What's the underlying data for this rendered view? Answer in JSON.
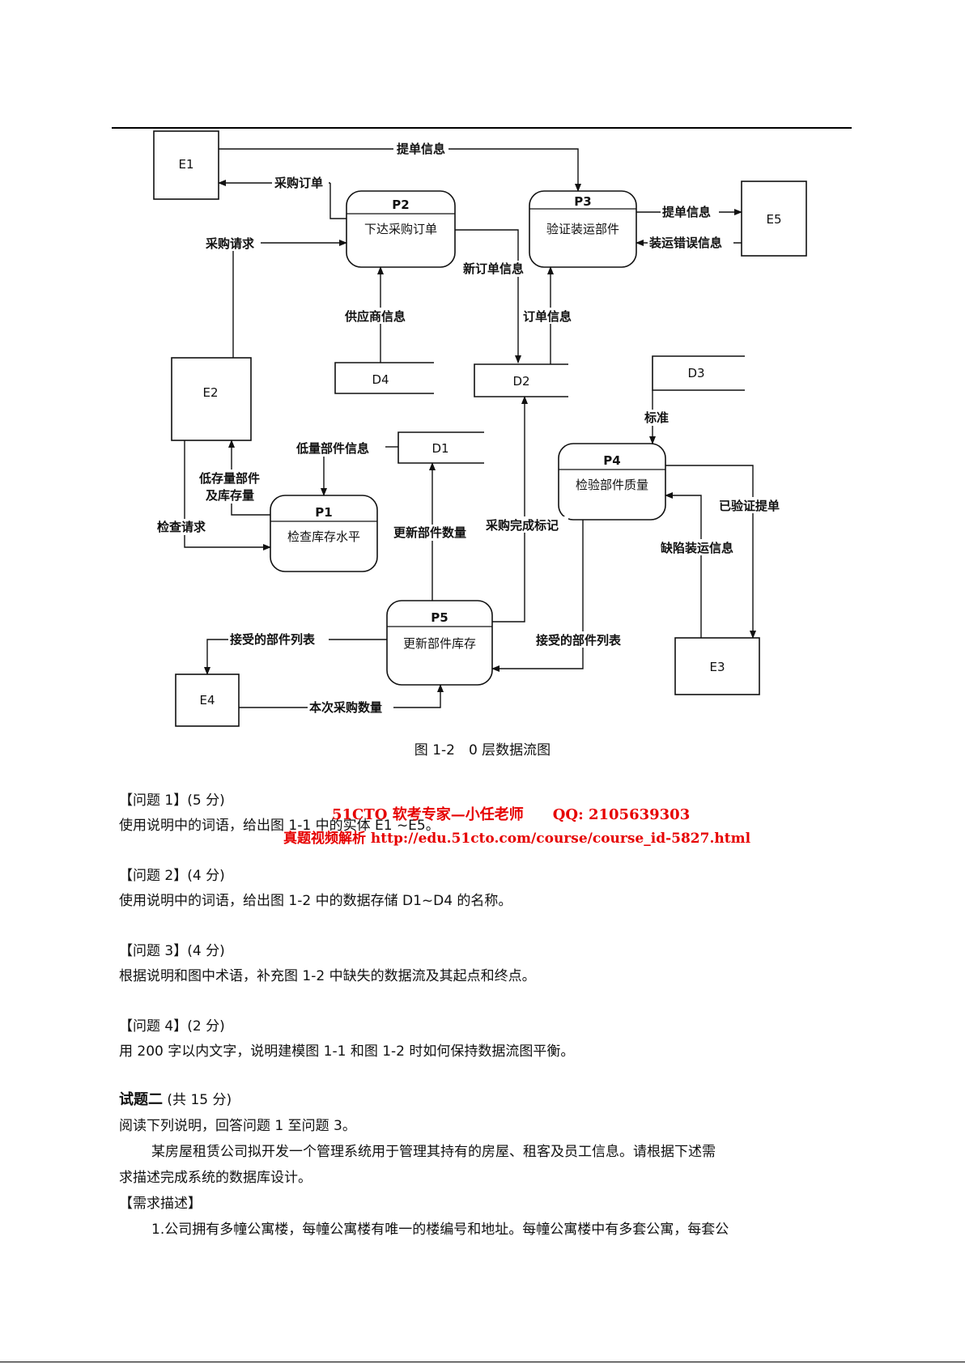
{
  "diagram": {
    "caption": "图 1-2　0 层数据流图",
    "entities": {
      "e1": "E1",
      "e2": "E2",
      "e3": "E3",
      "e4": "E4",
      "e5": "E5"
    },
    "processes": {
      "p1": {
        "id": "P1",
        "name": "检查库存水平"
      },
      "p2": {
        "id": "P2",
        "name": "下达采购订单"
      },
      "p3": {
        "id": "P3",
        "name": "验证装运部件"
      },
      "p4": {
        "id": "P4",
        "name": "检验部件质量"
      },
      "p5": {
        "id": "P5",
        "name": "更新部件库存"
      }
    },
    "stores": {
      "d1": "D1",
      "d2": "D2",
      "d3": "D3",
      "d4": "D4"
    },
    "flows": {
      "tidan_e1_p3": "提单信息",
      "caigou_dingdan": "采购订单",
      "caigou_qingqiu": "采购请求",
      "tidan_p3_e5": "提单信息",
      "zhuangyun_cuowu": "装运错误信息",
      "xin_dingdan": "新订单信息",
      "gongyingshang": "供应商信息",
      "dingdan_xinxi": "订单信息",
      "biaozhun": "标准",
      "diliang_bujian": "低量部件信息",
      "dicunliang_1": "低存量部件",
      "dicunliang_2": "及库存量",
      "jiancha_qingqiu": "检查请求",
      "gengxin_shuliang": "更新部件数量",
      "caigou_wancheng": "采购完成标记",
      "yiyanzheng_tidan": "已验证提单",
      "quexian_zhuangyun": "缺陷装运信息",
      "jieshou_liebiao_e4": "接受的部件列表",
      "jieshou_liebiao_p4": "接受的部件列表",
      "benci_shuliang": "本次采购数量"
    }
  },
  "watermark": {
    "line1": "51CTO 软考专家—小任老师　　QQ: 2105639303",
    "line2": "真题视频解析  http://edu.51cto.com/course/course_id-5827.html"
  },
  "questions": [
    {
      "heading": "【问题 1】(5 分)",
      "text": "使用说明中的词语，给出图 1-1 中的实体 E1 ~E5。"
    },
    {
      "heading": "【问题 2】(4 分)",
      "text": "使用说明中的词语，给出图 1-2 中的数据存储 D1~D4 的名称。"
    },
    {
      "heading": "【问题 3】(4 分)",
      "text": "根据说明和图中术语，补充图 1-2 中缺失的数据流及其起点和终点。"
    },
    {
      "heading": "【问题 4】(2 分)",
      "text": "用 200 字以内文字，说明建模图 1-1 和图 1-2 时如何保持数据流图平衡。"
    }
  ],
  "section2": {
    "title_bold": "试题二",
    "title_rest": " (共 15 分)",
    "intro": "阅读下列说明，回答问题 1 至问题 3。",
    "para1_line1": "某房屋租赁公司拟开发一个管理系统用于管理其持有的房屋、租客及员工信息。请根据下述需",
    "para1_line2": "求描述完成系统的数据库设计。",
    "req_heading": "【需求描述】",
    "req1": "1.公司拥有多幢公寓楼，每幢公寓楼有唯一的楼编号和地址。每幢公寓楼中有多套公寓，每套公"
  }
}
